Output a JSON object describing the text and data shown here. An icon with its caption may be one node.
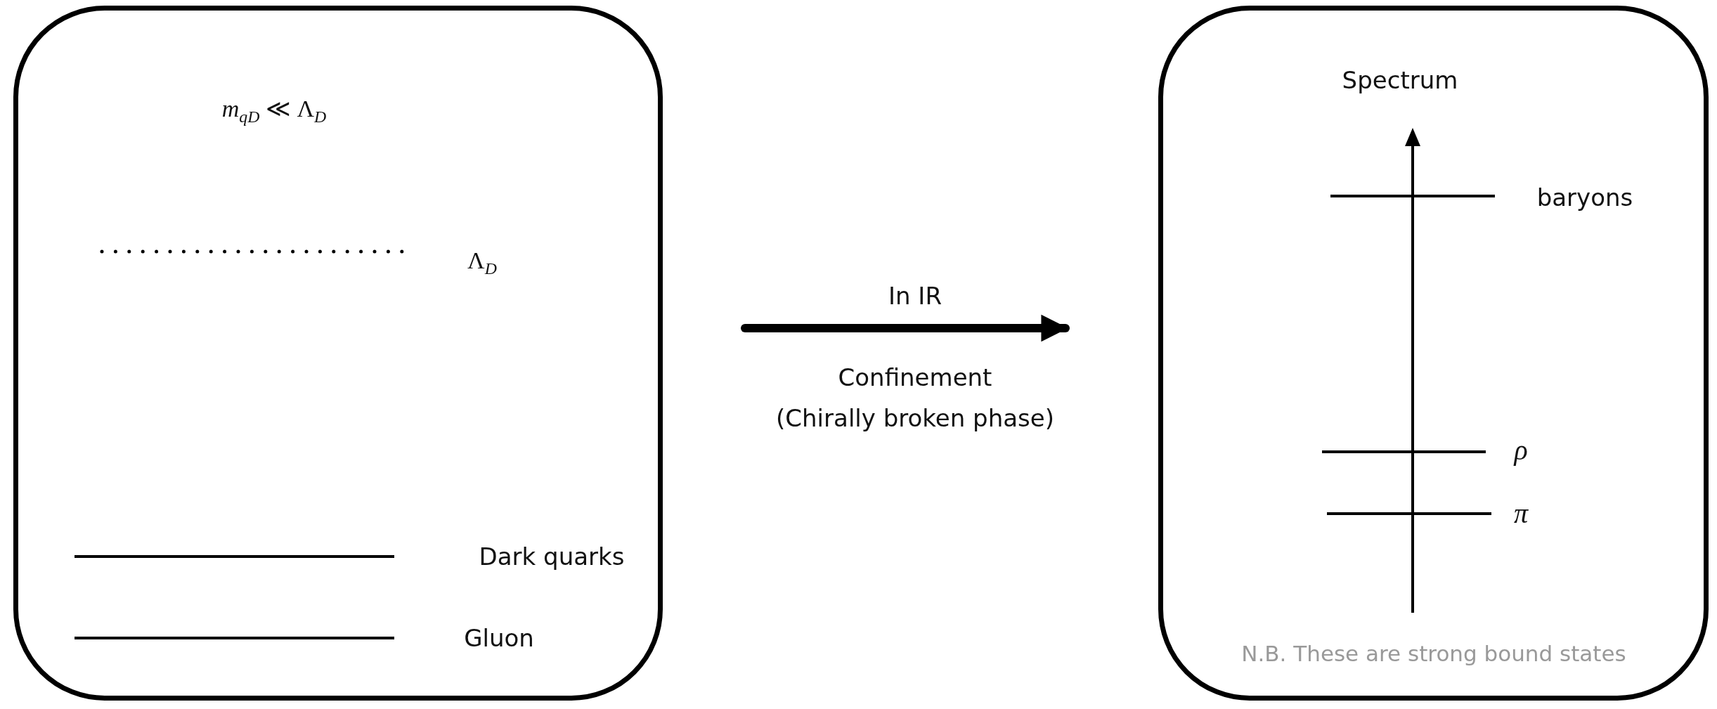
{
  "diagram": {
    "nodes": [
      {
        "text": [
          "*m*$_{qD}$ ≪ Λ$_{D}$"
        ]
      },
      {
        "text": [
          "Spectrum"
        ]
      }
    ],
    "edges": [
      {
        "from": 0,
        "to": 1,
        "arrow": "to",
        "label": "In IR"
      }
    ],
    "labels": [
      "Λ$_{D}$",
      "Dark quarks",
      "Gluon",
      "Confinement",
      "(Chirally broken phase)",
      "baryons",
      "ρ",
      "π",
      "N.B. These are strong bound states"
    ]
  }
}
